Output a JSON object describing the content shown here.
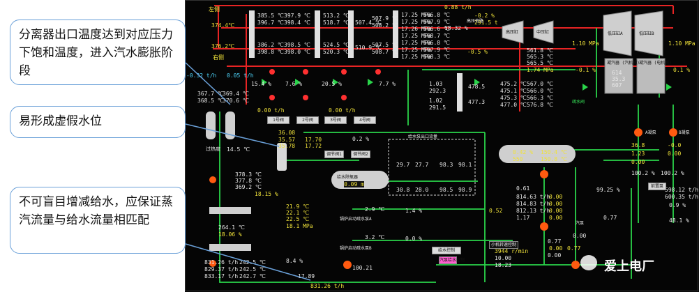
{
  "notes": {
    "saturation": "分离器出口温度达到对应压力下饱和温度，进入汽水膨胀阶段",
    "false_level": "易形成虚假水位",
    "feedwater": "不可盲目增减给水，应保证蒸汽流量与给水流量相匹配"
  },
  "watermark": "爱上电厂",
  "panel": {
    "left_side": "左侧",
    "right_side": "右侧",
    "top_left_a": "374.4℃",
    "top_left_b": "376.2℃",
    "cols_a": [
      "385.5 ℃",
      "396.7 ℃",
      "386.2 ℃",
      "398.8 ℃"
    ],
    "cols_b": [
      "397.9 ℃",
      "398.4 ℃",
      "398.5 ℃",
      "398.0 ℃"
    ],
    "cols_c": [
      "513.2 ℃",
      "518.7 ℃",
      "524.5 ℃",
      "520.3 ℃"
    ],
    "mid_a": "507.4 ℃",
    "mid_b": "510.9 ℃",
    "cols_d": [
      "507.9 ℃",
      "508.2 ℃",
      "507.5 ℃",
      "508.7 ℃"
    ],
    "cols_e": [
      "17.25 MPa",
      "17.25 MPa",
      "17.26 MPa",
      "17.25 MPa",
      "17.25 MPa",
      "17.25 MPa",
      "17.25 MPa"
    ],
    "cols_f": [
      "566.8 ℃",
      "567.9 ℃",
      "566.6 ℃",
      "568.7 ℃",
      "566.8 ℃",
      "567.9 ℃",
      "568.3 ℃"
    ],
    "top_flow": "0.88 t/h",
    "press_hp": "18.32 %",
    "press_top": "-0.2 %",
    "press_top2": "291.5 t",
    "hp_flow": "-0.5 %",
    "hp_label": "高压旁路",
    "turbine_labels": [
      "高压缸",
      "中压缸",
      "低压缸A",
      "低压缸B"
    ],
    "cond_left": "凝汽器\n(汽机侧)",
    "cond_right": "凝汽器\n(电机侧)",
    "cond_vals": [
      "614",
      "35.3",
      "607"
    ],
    "reheat_vals": [
      "561.8 ℃",
      "565.3 ℃",
      "565.5 ℃",
      "1.74 MPa"
    ],
    "reheat2": [
      "567.0 ℃",
      "566.0 ℃",
      "566.3 ℃",
      "576.8 ℃"
    ],
    "reheat3": [
      "475.2 ℃",
      "475.1 ℃",
      "475.3 ℃",
      "477.0 ℃"
    ],
    "mid_press": [
      "1.03",
      "292.3",
      "1.02",
      "291.5"
    ],
    "mid_temp": [
      "478.5",
      "477.3"
    ],
    "lp_flow": [
      "1.10 MPa",
      "-0.1 %",
      "1.10 MPa",
      "0.1 %"
    ],
    "lp_valve": "疏水阀",
    "left_temps": [
      "367.7 ℃",
      "368.5 ℃",
      "369.4 ℃",
      "370.6 ℃"
    ],
    "left_press": "-0.32 t/h",
    "left_flow": "0.05 t/h",
    "left_pct": [
      "15.4 %",
      "7.6 %",
      "20.5 %",
      "7.7 %"
    ],
    "left_bottom": [
      "0.00 t/h",
      "0.00 t/h"
    ],
    "sep_vals": [
      "36.08",
      "35.57",
      "17.70",
      "35.78",
      "17.72"
    ],
    "sep_label": "过热度",
    "sep_super": "14.5 ℃",
    "valve_labels": [
      "1号阀",
      "2号阀",
      "3号阀",
      "4号阀"
    ],
    "ctrl_labels": [
      "调节阀1",
      "调节阀2"
    ],
    "ctrl_val": "0.2 %",
    "steam_out": "给水泵",
    "deaerator": "给水除氧器",
    "deaer_level": "0.09 m",
    "pump_mid": [
      "29.7",
      "27.7",
      "98.3",
      "98.1",
      "30.8",
      "28.0",
      "98.5",
      "98.9"
    ],
    "pump_label": "给水泵出口流量",
    "hp_heaters": [
      "2.9 ℃",
      "3.2 ℃",
      "1.4 %",
      "0.0 %"
    ],
    "heater_label_a": "锅炉启动疏水泵A",
    "heater_label_b": "锅炉启动疏水泵B",
    "left_stack": [
      "378.3 ℃",
      "377.8 ℃",
      "369.2 ℃",
      "18.15 %"
    ],
    "left_stack2": [
      "21.9 ℃",
      "22.1 ℃",
      "22.5 ℃",
      "18.1 MPa"
    ],
    "left_low": [
      "264.1 ℃",
      "18.06 %"
    ],
    "bottom_flows": [
      "831.26 t/h",
      "829.37 t/h",
      "833.17 t/h"
    ],
    "bottom_temps": [
      "242.5 ℃",
      "242.5 ℃",
      "242.7 ℃"
    ],
    "bottom_main": "831.26 t/h",
    "bottom_17": "17.89",
    "bottom_8": "8.4 %",
    "bottom_mid": "100.21",
    "bottom_pump_label": "给水控制",
    "bottom_pump_btn": "汽泵给水控制",
    "tank_vals": [
      "0.42 %",
      "550",
      "150.4 ℃",
      "150.8 ℃"
    ],
    "right_temps": [
      "36.8",
      "1.23",
      "0.00"
    ],
    "right_press": [
      "-0.0",
      "0.00",
      "100.2 %",
      "100.2 %"
    ],
    "right_pumps": [
      "A凝泵",
      "B凝泵"
    ],
    "lp_pressure": [
      "0.61",
      "814.63 t/h",
      "814.83 t/h",
      "812.13 t/h",
      "1.17"
    ],
    "lp_right": [
      "0.00",
      "0.00",
      "0.00",
      "0.00"
    ],
    "lp_temps": [
      "0.77",
      "0.77",
      "0.00"
    ],
    "pump_ctrl": "小机转速控制",
    "pump_rpm": "3944 r/min",
    "pump_vals": [
      "10.00",
      "18.23"
    ],
    "pump_sub": "0.00",
    "pump_sub2": "0.77",
    "right_out": [
      "598.12 t/h",
      "600.35 t/h",
      "99.25 %",
      "0.9 %",
      "48.1 %"
    ],
    "right_misc": [
      "0.52",
      "0.00"
    ],
    "right_bottom_lbl": "汽泵",
    "top_right_label": "前置泵"
  }
}
